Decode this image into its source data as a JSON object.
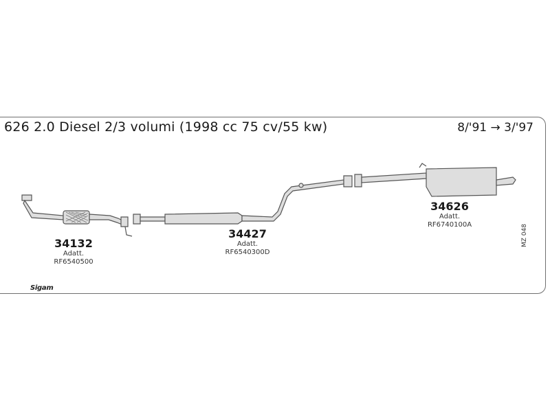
{
  "header": {
    "title": "626 2.0 Diesel 2/3 volumi (1998 cc 75 cv/55 kw)",
    "period": "8/'91 → 3/'97"
  },
  "parts": [
    {
      "number": "34132",
      "adatt": "Adatt.",
      "ref": "RF6540500"
    },
    {
      "number": "34427",
      "adatt": "Adatt.",
      "ref": "RF6540300D"
    },
    {
      "number": "34626",
      "adatt": "Adatt.",
      "ref": "RF6740100A"
    }
  ],
  "footer": {
    "code": "MZ 048",
    "brand": "Sigam"
  },
  "colors": {
    "pipe_stroke": "#555555",
    "pipe_fill": "#dedede",
    "border": "#6f6f6f"
  }
}
